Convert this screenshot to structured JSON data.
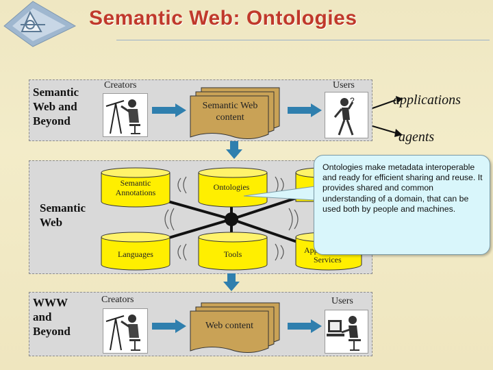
{
  "slide": {
    "title": "Semantic Web: Ontologies"
  },
  "top_row": {
    "label_lines": [
      "Semantic",
      "Web and",
      "Beyond"
    ],
    "creators": "Creators",
    "users": "Users",
    "document_lines": [
      "Semantic Web",
      "content"
    ]
  },
  "middle_row": {
    "label_lines": [
      "Semantic",
      "Web"
    ],
    "cylinders": {
      "semantic_annotations": [
        "Semantic",
        "Annotations"
      ],
      "ontologies": [
        "Ontologies"
      ],
      "languages": [
        "Languages"
      ],
      "tools": [
        "Tools"
      ],
      "app_services_partial": [
        "App",
        "Services"
      ]
    }
  },
  "bottom_row": {
    "label_lines": [
      "WWW",
      "and",
      "Beyond"
    ],
    "creators": "Creators",
    "users": "Users",
    "document_text": "Web content"
  },
  "outputs": {
    "applications": "applications",
    "agents": "agents"
  },
  "callout": {
    "text": "Ontologies make metadata interoperable and ready for efficient sharing and reuse. It provides shared and common understanding of a domain, that can be used both by people and machines."
  },
  "colors": {
    "title": "#c0392b",
    "document_fill": "#c9a256",
    "cylinder_fill": "#ffef00",
    "arrow_fill": "#2f7fae",
    "panel": "#d9d9d9",
    "callout_bg": "#d9f6fb"
  }
}
